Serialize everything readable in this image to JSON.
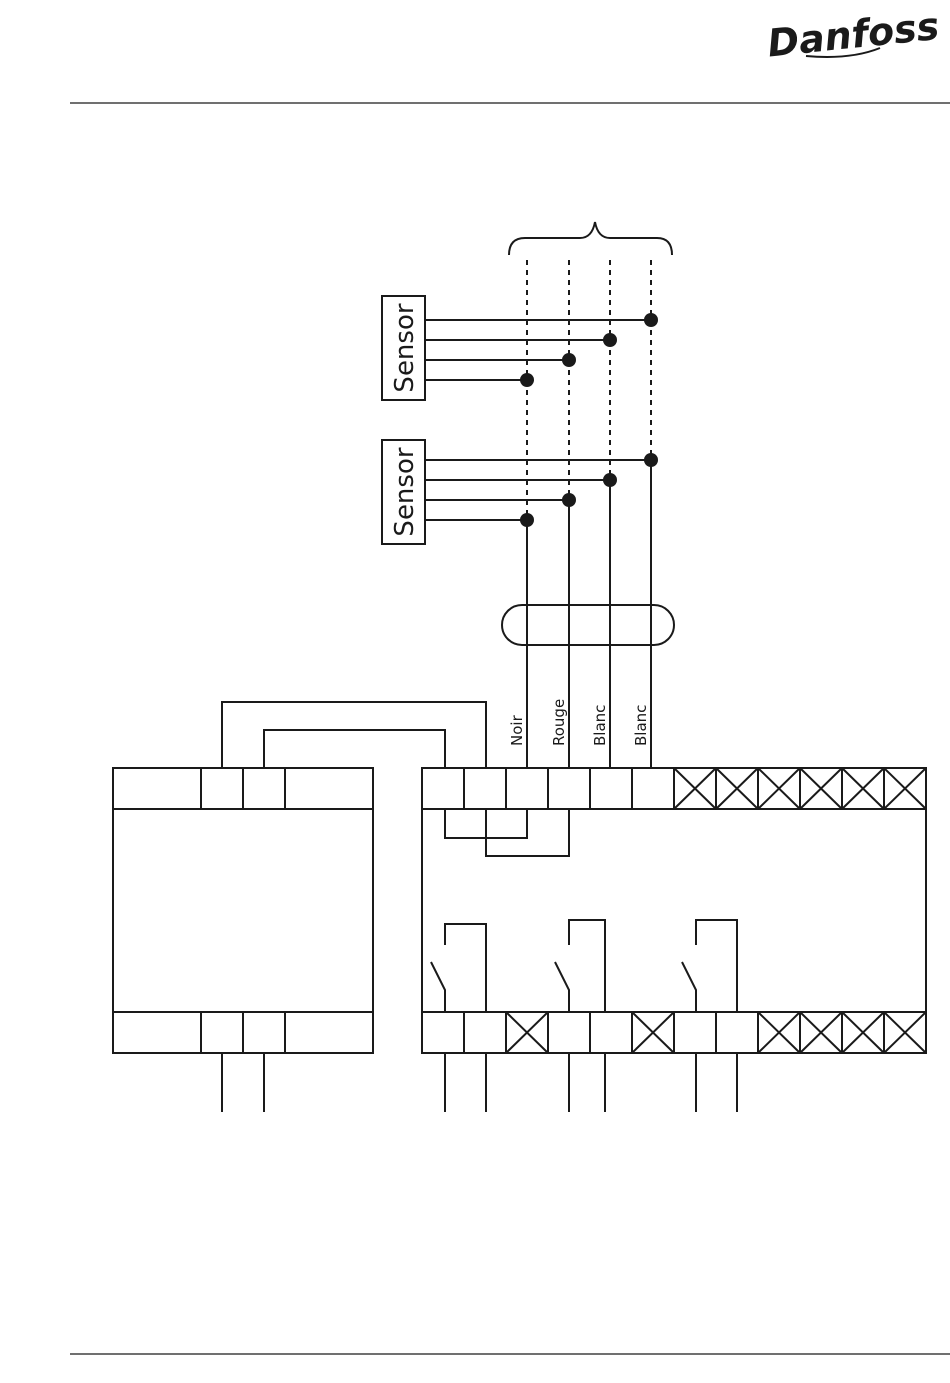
{
  "header": {
    "brand": "Danfoss"
  },
  "sensors": [
    {
      "label": "Sensor"
    },
    {
      "label": "Sensor"
    }
  ],
  "wires": {
    "labels": [
      "Noir",
      "Rouge",
      "Blanc",
      "Blanc"
    ]
  }
}
